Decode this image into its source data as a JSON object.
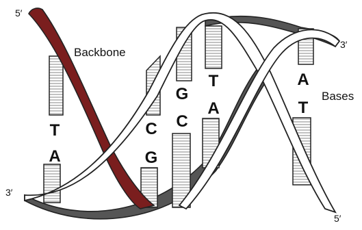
{
  "labels": {
    "backbone": "Backbone",
    "bases": "Bases"
  },
  "ends": {
    "top_left": "5′",
    "top_right": "3′",
    "bottom_left": "3′",
    "bottom_right": "5′"
  },
  "base_pairs": [
    {
      "upper": "T",
      "lower": "A"
    },
    {
      "upper": "C",
      "lower": "G"
    },
    {
      "upper": "G",
      "lower": "C"
    },
    {
      "upper": "T",
      "lower": "A"
    },
    {
      "upper": "A",
      "lower": "T"
    }
  ],
  "colors": {
    "backbone_red": "#7a1e1e",
    "strand_dark": "#555555",
    "outline": "#222222"
  }
}
